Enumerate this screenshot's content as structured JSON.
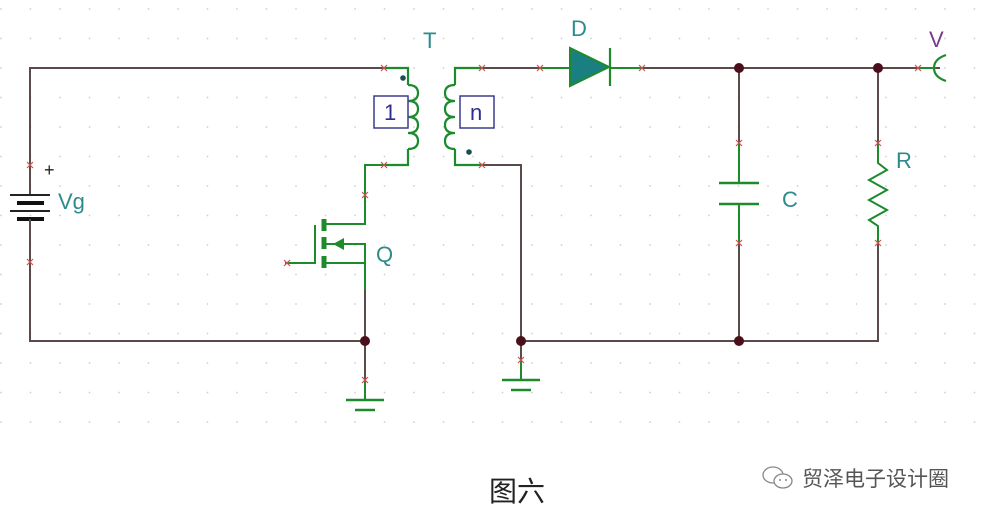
{
  "diagram": {
    "title": "Flyback converter schematic",
    "components": {
      "source": {
        "label": "Vg",
        "polarity": "+"
      },
      "transformer": {
        "label": "T",
        "primary_turns": "1",
        "secondary_turns": "n"
      },
      "switch": {
        "label": "Q"
      },
      "diode": {
        "label": "D"
      },
      "capacitor": {
        "label": "C"
      },
      "resistor": {
        "label": "R"
      },
      "output": {
        "label": "V"
      }
    },
    "colors": {
      "wire": "#5a4a4a",
      "component": "#1e8a2e",
      "label": "#2e8b8b",
      "output_label": "#7a3a8a",
      "node": "#4a0f1a",
      "pin_marker": "#d05050",
      "diode_fill": "#1a7f80"
    }
  },
  "caption": "图六",
  "watermark": {
    "icon": "wechat-icon",
    "text": "贸泽电子设计圈"
  }
}
